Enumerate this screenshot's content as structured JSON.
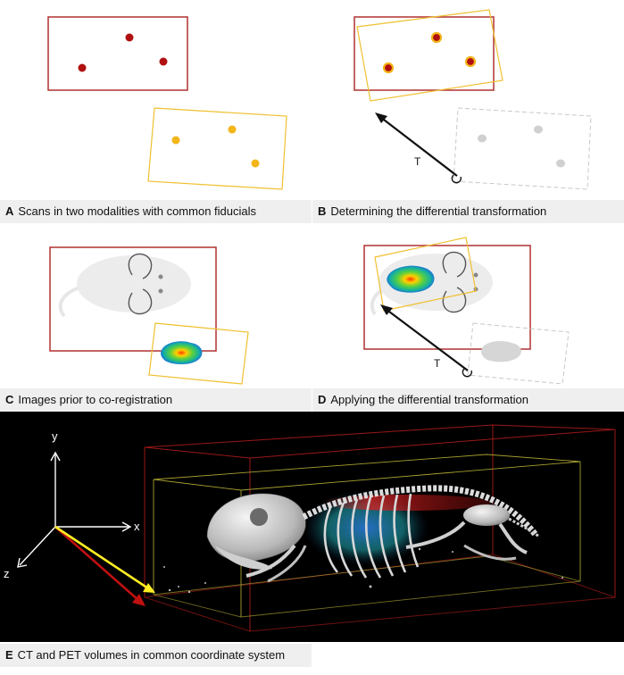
{
  "panels": [
    {
      "letter": "A",
      "caption": "Scans in two modalities with common fiducials"
    },
    {
      "letter": "B",
      "caption": "Determining the differential transformation"
    },
    {
      "letter": "C",
      "caption": "Images prior to co-registration"
    },
    {
      "letter": "D",
      "caption": "Applying the differential transformation"
    },
    {
      "letter": "E",
      "caption": "CT and PET volumes in common coordinate system"
    }
  ],
  "labels": {
    "transform_b": "T",
    "transform_d": "T",
    "axis_x": "x",
    "axis_y": "y",
    "axis_z": "z"
  },
  "colors": {
    "ct_frame": "#b03030",
    "pet_frame": "#f0c030",
    "fiducial_ct": "#b01010",
    "fiducial_pet": "#f2b51a",
    "ghost": "#cccccc",
    "caption_bg": "#efefef",
    "axis_yellow": "#ffee22",
    "axis_red": "#c01010"
  }
}
